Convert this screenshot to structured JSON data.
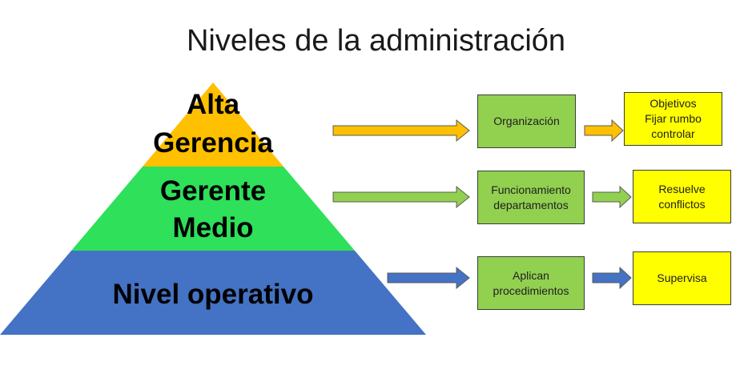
{
  "title": "Niveles de la administración",
  "colors": {
    "top_level": "#ffc000",
    "middle_level": "#2ee05a",
    "operative_level": "#4472c4",
    "process_box": "#92d050",
    "result_box": "#ffff00"
  },
  "pyramid": {
    "top": {
      "line1": "Alta",
      "line2": "Gerencia"
    },
    "middle": {
      "line1": "Gerente",
      "line2": "Medio"
    },
    "bottom": {
      "line1": "Nivel operativo"
    }
  },
  "rows": [
    {
      "process": "Organización",
      "result": "Objetivos\nFijar rumbo\ncontrolar"
    },
    {
      "process": "Funcionamiento\ndepartamentos",
      "result": "Resuelve\nconflictos"
    },
    {
      "process": "Aplican\nprocedimientos",
      "result": "Supervisa"
    }
  ]
}
